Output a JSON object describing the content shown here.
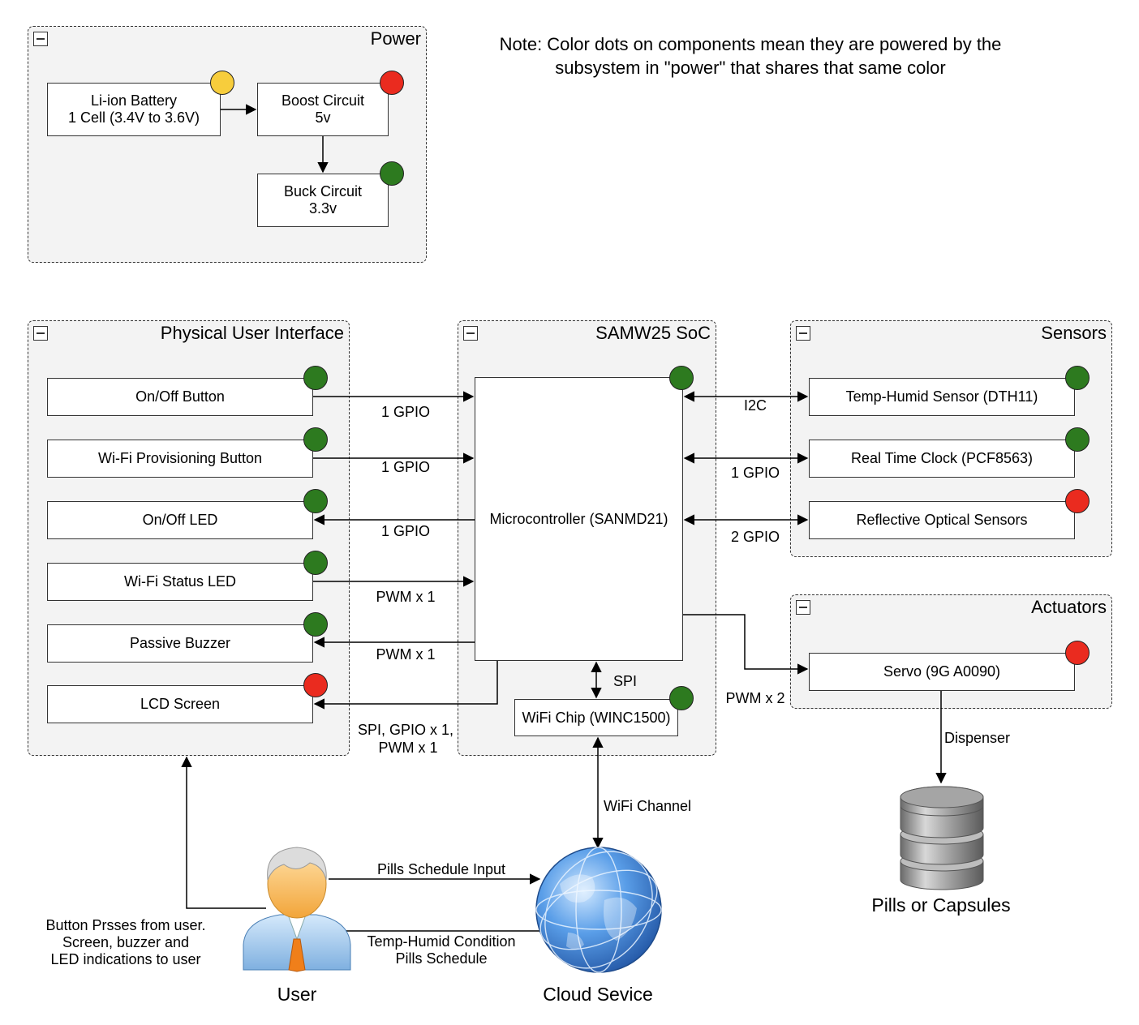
{
  "note": "Note: Color dots on components mean they are powered by the subsystem in \"power\" that shares that same color",
  "colors": {
    "yellow": "#f7cd3c",
    "red": "#ea2b1f",
    "green": "#2d7a1f"
  },
  "groups": {
    "power": "Power",
    "ui": "Physical User Interface",
    "soc": "SAMW25 SoC",
    "sensors": "Sensors",
    "actuators": "Actuators"
  },
  "power": {
    "battery": {
      "line1": "Li-ion Battery",
      "line2": "1 Cell (3.4V to 3.6V)"
    },
    "boost": {
      "line1": "Boost Circuit",
      "line2": "5v"
    },
    "buck": {
      "line1": "Buck Circuit",
      "line2": "3.3v"
    }
  },
  "ui": {
    "items": [
      "On/Off Button",
      "Wi-Fi Provisioning Button",
      "On/Off LED",
      "Wi-Fi Status LED",
      "Passive Buzzer",
      "LCD Screen"
    ]
  },
  "soc": {
    "mcu": "Microcontroller (SANMD21)",
    "wifi": "WiFi Chip (WINC1500)"
  },
  "sensors": {
    "items": [
      "Temp-Humid Sensor (DTH11)",
      "Real Time Clock (PCF8563)",
      "Reflective Optical Sensors"
    ]
  },
  "actuators": {
    "servo": "Servo (9G A0090)"
  },
  "edges": {
    "gpio1": "1 GPIO",
    "gpio2": "1 GPIO",
    "gpio3": "1 GPIO",
    "pwm1": "PWM x 1",
    "pwm2": "PWM x 1",
    "lcd1": "SPI, GPIO x 1,",
    "lcd2": "PWM x 1",
    "i2c": "I2C",
    "rtc": "1 GPIO",
    "opt": "2 GPIO",
    "servo": "PWM x 2",
    "spi": "SPI",
    "wifi": "WiFi Channel",
    "dispenser": "Dispenser",
    "schedule_in": "Pills Schedule Input",
    "cloud1": "Temp-Humid Condition",
    "cloud2": "Pills Schedule",
    "user1": "Button Prsses from user.",
    "user2": "Screen, buzzer and",
    "user3": "LED indications to user"
  },
  "nodes": {
    "user": "User",
    "cloud": "Cloud Sevice",
    "pills": "Pills or Capsules"
  }
}
